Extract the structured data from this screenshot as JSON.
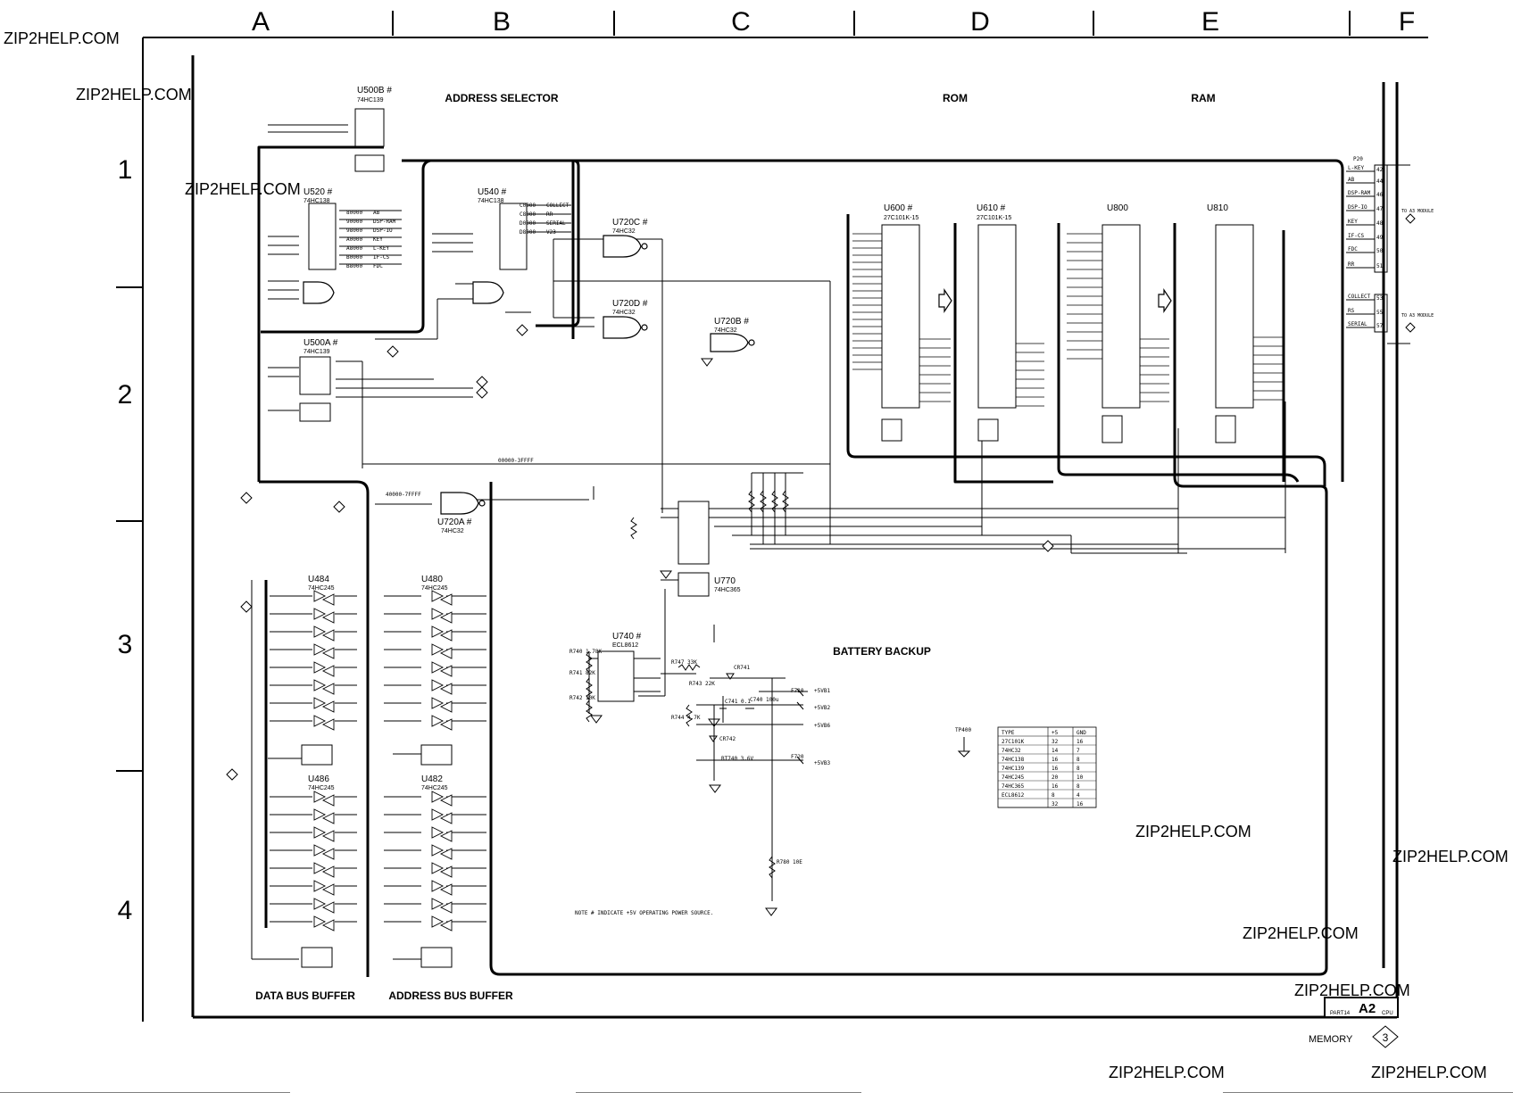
{
  "grid": {
    "columns": [
      "A",
      "B",
      "C",
      "D",
      "E",
      "F"
    ],
    "rows": [
      "1",
      "2",
      "3",
      "4"
    ]
  },
  "watermark": "ZIP2HELP.COM",
  "section_titles": {
    "address_selector": "ADDRESS SELECTOR",
    "rom": "ROM",
    "ram": "RAM",
    "battery_backup": "BATTERY BACKUP",
    "data_bus_buffer": "DATA BUS BUFFER",
    "address_bus_buffer": "ADDRESS BUS BUFFER"
  },
  "chips": {
    "u500b": {
      "ref": "U500B #",
      "type": "74HC139"
    },
    "u520": {
      "ref": "U520 #",
      "type": "74HC138"
    },
    "u540": {
      "ref": "U540 #",
      "type": "74HC138"
    },
    "u500a": {
      "ref": "U500A #",
      "type": "74HC139"
    },
    "u720c": {
      "ref": "U720C #",
      "type": "74HC32"
    },
    "u720d": {
      "ref": "U720D #",
      "type": "74HC32"
    },
    "u720b": {
      "ref": "U720B #",
      "type": "74HC32"
    },
    "u720a": {
      "ref": "U720A #",
      "type": "74HC32"
    },
    "u770": {
      "ref": "U770",
      "type": "74HC365"
    },
    "u740": {
      "ref": "U740 #",
      "type": "ECL8612"
    },
    "u600": {
      "ref": "U600 #",
      "type": "27C101K-15"
    },
    "u610": {
      "ref": "U610 #",
      "type": "27C101K-15"
    },
    "u800": {
      "ref": "U800",
      "type": ""
    },
    "u810": {
      "ref": "U810",
      "type": ""
    },
    "u484": {
      "ref": "U484",
      "type": "74HC245"
    },
    "u486": {
      "ref": "U486",
      "type": "74HC245"
    },
    "u480": {
      "ref": "U480",
      "type": "74HC245"
    },
    "u482": {
      "ref": "U482",
      "type": "74HC245"
    }
  },
  "nets": {
    "u520_outputs": [
      "80000",
      "90000",
      "98000",
      "A0000",
      "A8000",
      "B0000",
      "B8000"
    ],
    "u520_signals": [
      "AB",
      "DSP-RAM",
      "DSP-IO",
      "KEY",
      "L-KEY",
      "IF-CS",
      "FDC"
    ],
    "u540_outputs": [
      "C0000",
      "C8000",
      "D0000",
      "D8000"
    ],
    "u540_signals": [
      "COLLECT",
      "RR",
      "SERIAL",
      "V23"
    ],
    "address_range": "00000-3FFFF",
    "range_2": "40000-7FFFF",
    "connector_p20": "P20",
    "connector_signals": [
      "L-KEY",
      "AB",
      "DSP-RAM",
      "DSP-IO",
      "KEY",
      "IF-CS",
      "FDC",
      "RR",
      "COLLECT",
      "RS",
      "SERIAL"
    ],
    "connector_pins": [
      "42",
      "44",
      "46",
      "47",
      "48",
      "49",
      "50",
      "51",
      "53",
      "55",
      "57"
    ],
    "connector_label": "TO A3 MODULE"
  },
  "battery": {
    "labels": [
      "+5VB1",
      "+5VB2",
      "+5VB6",
      "+5VB3"
    ],
    "parts": [
      "R740 1.78K",
      "R741 82K",
      "R742 10K",
      "R747 33K",
      "R743 22K",
      "R744 4.7K",
      "C741 0.1",
      "C740 100u",
      "CR741",
      "CR742",
      "BT740 3.6V",
      "F710",
      "F720",
      "R780 10E",
      "TP400"
    ]
  },
  "note": "NOTE  # INDICATE +5V  OPERATING POWER SOURCE.",
  "power_table": {
    "headers": [
      "TYPE",
      "+5",
      "GND"
    ],
    "rows": [
      [
        "27C101K",
        "32",
        "16"
      ],
      [
        "74HC32",
        "14",
        "7"
      ],
      [
        "74HC138",
        "16",
        "8"
      ],
      [
        "74HC139",
        "16",
        "8"
      ],
      [
        "74HC245",
        "20",
        "10"
      ],
      [
        "74HC365",
        "16",
        "8"
      ],
      [
        "ECL8612",
        "8",
        "4"
      ],
      [
        "",
        "32",
        "16"
      ]
    ]
  },
  "title_block": {
    "part": "PART14",
    "board": "A2",
    "board_sub": "CPU",
    "sheet_title": "MEMORY",
    "sheet_number": "3"
  }
}
